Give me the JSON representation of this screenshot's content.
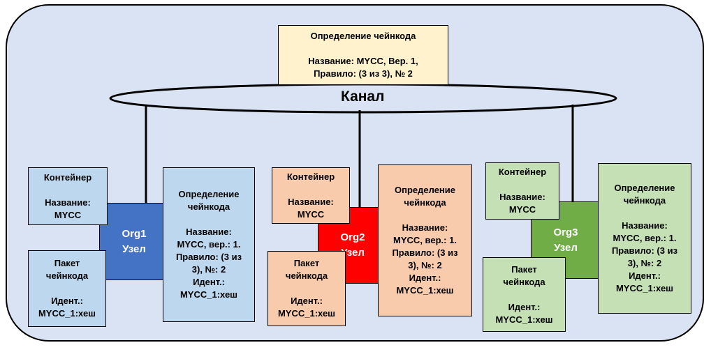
{
  "colors": {
    "background": "#dae3f3",
    "org1_node": "#4472c4",
    "org1_box": "#bdd7ee",
    "org2_node": "#ff0000",
    "org2_box": "#f8cbad",
    "org3_node": "#70ad47",
    "org3_box": "#c5e0b4",
    "chaincode_def_top": "#fff2cc"
  },
  "channel": {
    "label": "Канал",
    "definition": {
      "title": "Определение чейнкода",
      "line1": "Название: MYCC, Вер. 1,",
      "line2": "Правило: (3 из 3), № 2"
    }
  },
  "orgs": [
    {
      "node": {
        "line1": "Org1",
        "line2": "Узел"
      },
      "container": {
        "title": "Контейнер",
        "line1": "Название:",
        "line2": "MYCC"
      },
      "package": {
        "title1": "Пакет",
        "title2": "чейнкода",
        "line1": "Идент.:",
        "line2": "MYCC_1:хеш"
      },
      "definition": {
        "title1": "Определение",
        "title2": "чейнкода",
        "l1": "Название:",
        "l2": "MYCC, вер.: 1.",
        "l3": "Правило: (3 из",
        "l4": "3), №: 2",
        "l5": "Идент.:",
        "l6": "MYCC_1:хеш"
      }
    },
    {
      "node": {
        "line1": "Org2",
        "line2": "Узел"
      },
      "container": {
        "title": "Контейнер",
        "line1": "Название:",
        "line2": "MYCC"
      },
      "package": {
        "title1": "Пакет",
        "title2": "чейнкода",
        "line1": "Идент.:",
        "line2": "MYCC_1:хеш"
      },
      "definition": {
        "title1": "Определение",
        "title2": "чейнкода",
        "l1": "Название:",
        "l2": "MYCC, вер.: 1.",
        "l3": "Правило: (3 из",
        "l4": "3), №: 2",
        "l5": "Идент.:",
        "l6": "MYCC_1:хеш"
      }
    },
    {
      "node": {
        "line1": "Org3",
        "line2": "Узел"
      },
      "container": {
        "title": "Контейнер",
        "line1": "Название:",
        "line2": "MYCC"
      },
      "package": {
        "title1": "Пакет",
        "title2": "чейнкода",
        "line1": "Идент.:",
        "line2": "MYCC_1:хеш"
      },
      "definition": {
        "title1": "Определение",
        "title2": "чейнкода",
        "l1": "Название:",
        "l2": "MYCC, вер.: 1.",
        "l3": "Правило: (3 из",
        "l4": "3), №: 2",
        "l5": "Идент.:",
        "l6": "MYCC_1:хеш"
      }
    }
  ]
}
